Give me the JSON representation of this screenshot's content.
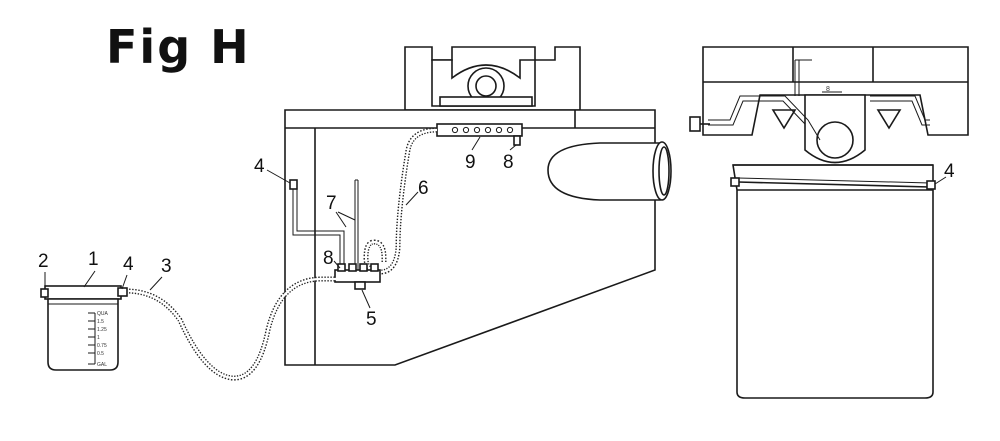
{
  "figure": {
    "title": "Fig H"
  },
  "callouts": [
    {
      "id": "c1",
      "text": "1"
    },
    {
      "id": "c2",
      "text": "2"
    },
    {
      "id": "c3",
      "text": "3"
    },
    {
      "id": "c4a",
      "text": "4"
    },
    {
      "id": "c4b",
      "text": "4"
    },
    {
      "id": "c4c",
      "text": "4"
    },
    {
      "id": "c5",
      "text": "5"
    },
    {
      "id": "c6",
      "text": "6"
    },
    {
      "id": "c7",
      "text": "7"
    },
    {
      "id": "c8a",
      "text": "8"
    },
    {
      "id": "c8b",
      "text": "8"
    },
    {
      "id": "c9",
      "text": "9"
    }
  ],
  "reservoir": {
    "scale_labels": [
      "QUA",
      "1.5",
      "1.25",
      "1",
      "0.75",
      "0.5",
      "GAL"
    ]
  }
}
